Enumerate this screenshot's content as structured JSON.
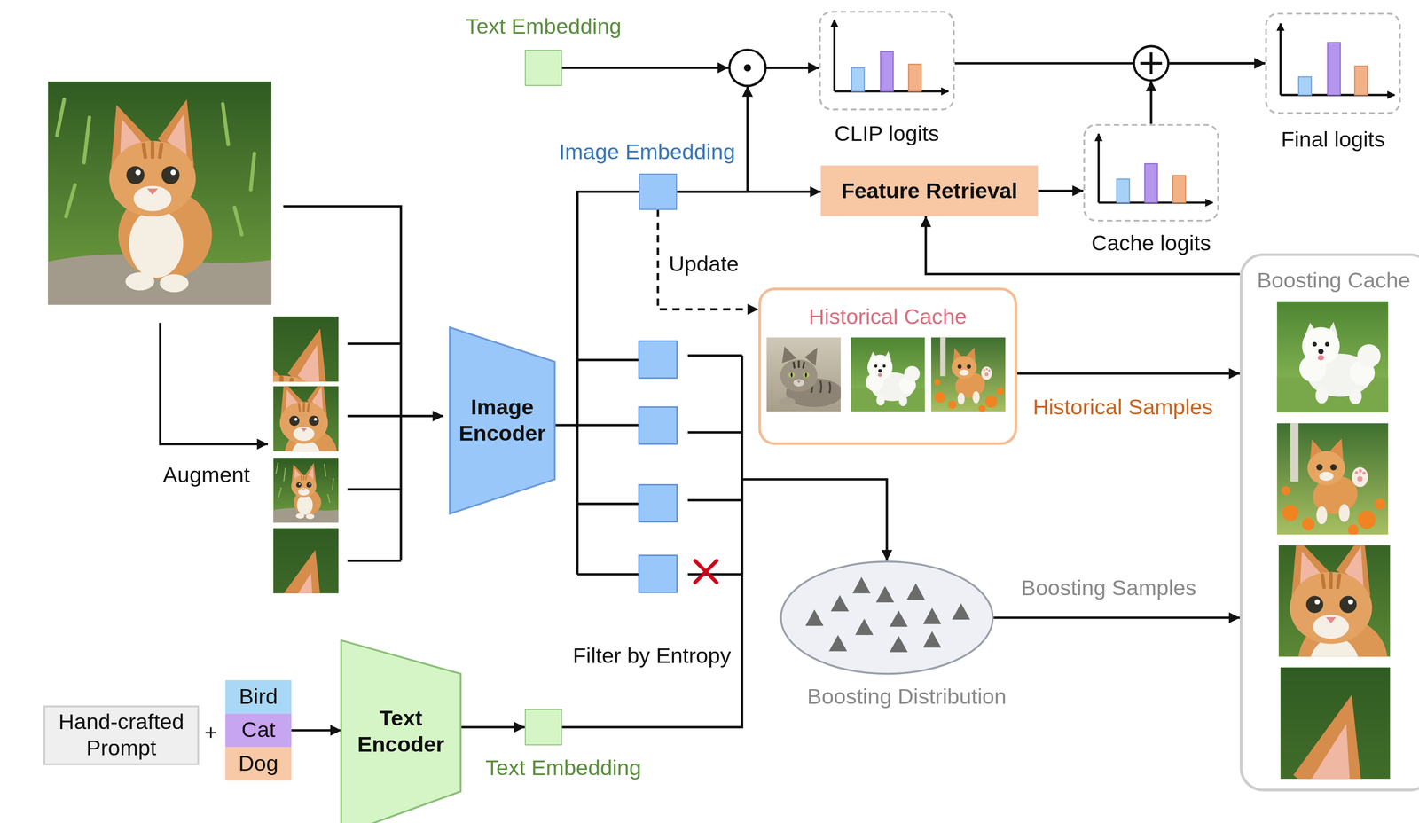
{
  "diagram": {
    "nodes": [
      {
        "text": [
          "Text Embedding"
        ]
      },
      {
        "text": [
          "Image Embedding"
        ]
      },
      {
        "text": [
          "CLIP logits"
        ]
      },
      {
        "text": [
          "Final logits"
        ]
      },
      {
        "text": [
          "Feature Retrieval"
        ]
      },
      {
        "text": [
          "Cache logits"
        ]
      },
      {
        "text": [
          "Historical Cache"
        ]
      },
      {
        "text": [
          "Boosting Cache"
        ]
      },
      {
        "text": [
          "Image Encoder"
        ]
      },
      {
        "text": [
          "Boosting Distribution"
        ]
      },
      {
        "text": [
          "Hand-crafted Prompt"
        ]
      },
      {
        "text": [
          "Bird"
        ]
      },
      {
        "text": [
          "Cat"
        ]
      },
      {
        "text": [
          "Dog"
        ]
      },
      {
        "text": [
          "Text Encoder"
        ]
      },
      {
        "text": [
          "Text Embedding"
        ]
      }
    ],
    "edges": [
      {
        "from": 1,
        "to": 4,
        "arrow": "to"
      },
      {
        "from": 4,
        "to": 5,
        "arrow": "to"
      },
      {
        "from": 7,
        "to": 4,
        "arrow": "to"
      },
      {
        "from": 6,
        "to": 7,
        "label": "Historical Samples",
        "arrow": "to"
      },
      {
        "from": 9,
        "to": 7,
        "label": "Boosting Samples",
        "arrow": "to"
      },
      {
        "from": 1,
        "to": 6,
        "label": "Update",
        "arrow": "to"
      },
      {
        "from": 0,
        "to": 2,
        "arrow": "to"
      },
      {
        "from": 1,
        "to": 2,
        "arrow": "to"
      },
      {
        "from": 2,
        "to": 3,
        "arrow": "to"
      },
      {
        "from": 5,
        "to": 3,
        "arrow": "to"
      },
      {
        "from": 8,
        "to": 1,
        "arrow": "none"
      },
      {
        "from": 12,
        "to": 14,
        "arrow": "to"
      },
      {
        "from": 14,
        "to": 15,
        "arrow": "to"
      },
      {
        "from": 15,
        "to": 9,
        "label": "Filter by Entropy",
        "arrow": "to"
      }
    ],
    "labels": [
      "Augment",
      "+"
    ]
  }
}
